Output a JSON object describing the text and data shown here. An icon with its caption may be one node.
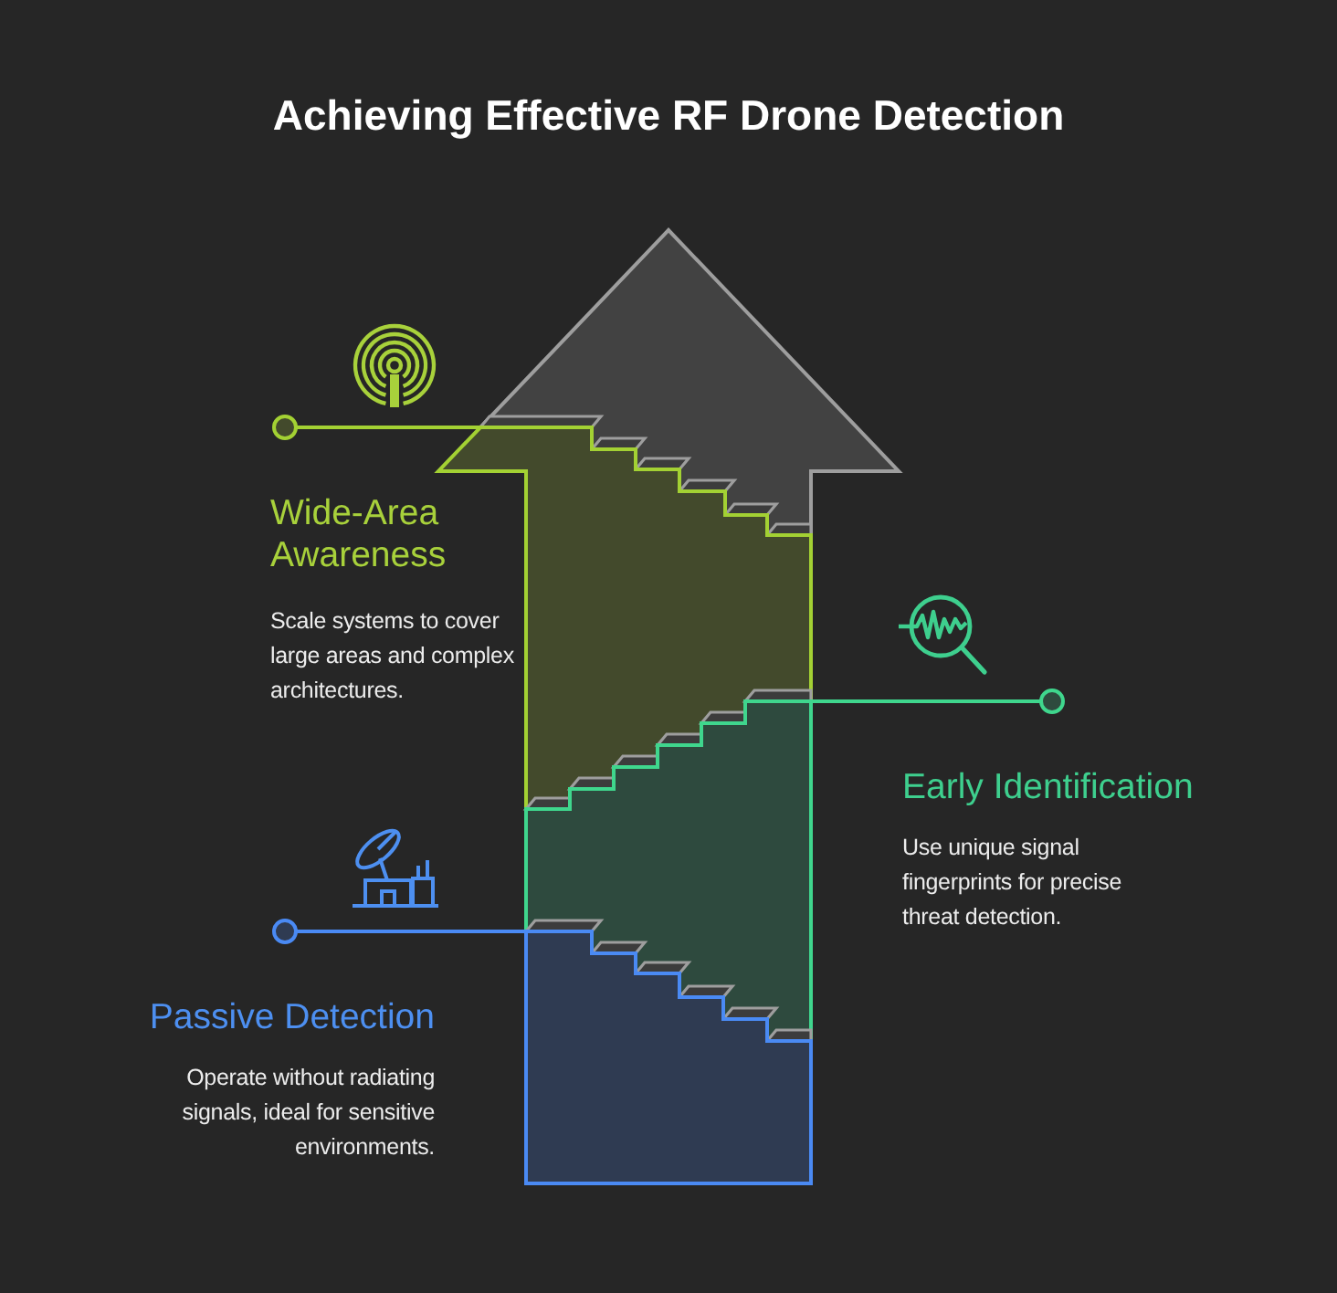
{
  "diagram": {
    "title": "Achieving Effective RF Drone Detection",
    "nodes": [
      {
        "text": [],
        "shape": "triangle"
      },
      {
        "text": [
          "Wide-Area Awareness",
          "Scale systems to cover large areas and complex architectures."
        ]
      },
      {
        "text": [],
        "shape": "box"
      },
      {
        "text": [
          "Early Identification",
          "Use unique signal fingerprints for precise threat detection."
        ]
      },
      {
        "text": [],
        "shape": "box"
      },
      {
        "text": [
          "Passive Detection",
          "Operate without radiating signals, ideal for sensitive environments."
        ]
      },
      {
        "text": [],
        "shape": "box"
      }
    ],
    "edges": [
      {
        "from": 1,
        "to": 2,
        "arrow": "other",
        "color": "#a3d133"
      },
      {
        "from": 3,
        "to": 4,
        "arrow": "other",
        "color": "#3fd68d"
      },
      {
        "from": 5,
        "to": 6,
        "arrow": "other",
        "color": "#4a8af4"
      }
    ]
  }
}
